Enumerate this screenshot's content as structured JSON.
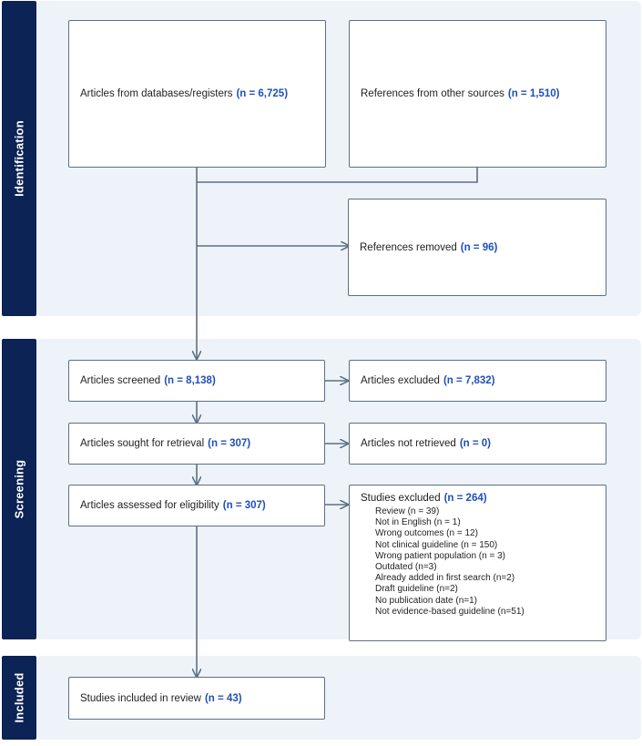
{
  "phases": {
    "identification": "Identification",
    "screening": "Screening",
    "included": "Included"
  },
  "boxes": {
    "databases": {
      "label": "Articles from databases/registers",
      "count": "(n = 6,725)"
    },
    "other_sources": {
      "label": "References from other sources",
      "count": "(n = 1,510)"
    },
    "removed": {
      "label": "References removed",
      "count": "(n = 96)"
    },
    "screened": {
      "label": "Articles screened",
      "count": "(n = 8,138)"
    },
    "excluded": {
      "label": "Articles excluded",
      "count": "(n = 7,832)"
    },
    "sought": {
      "label": "Articles sought for retrieval",
      "count": "(n = 307)"
    },
    "not_retrieved": {
      "label": "Articles not retrieved",
      "count": "(n = 0)"
    },
    "assessed": {
      "label": "Articles assessed for eligibility",
      "count": "(n = 307)"
    },
    "studies_excluded": {
      "label": "Studies excluded",
      "count": "(n = 264)",
      "reasons": [
        "Review (n = 39)",
        "Not in English (n = 1)",
        "Wrong outcomes (n = 12)",
        "Not clinical guideline (n = 150)",
        "Wrong patient population (n = 3)",
        "Outdated (n=3)",
        "Already added in first search (n=2)",
        "Draft guideline (n=2)",
        "No publication date (n=1)",
        "Not evidence-based guideline (n=51)"
      ]
    },
    "included": {
      "label": "Studies included in review",
      "count": "(n = 43)"
    }
  }
}
